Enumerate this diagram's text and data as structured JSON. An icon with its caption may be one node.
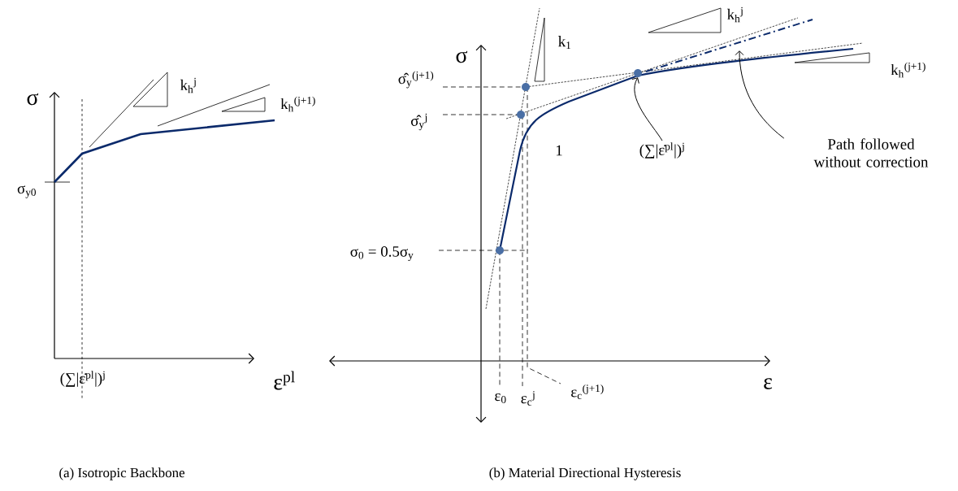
{
  "diagram": {
    "nodes": [
      {
        "text": [],
        "shape": "circle"
      },
      {
        "text": [
          "(∑|ε̇$^{pl}$|)$^{j}$"
        ]
      },
      {
        "text": [
          "Path followed without correction"
        ]
      }
    ],
    "edges": [
      {
        "from": 1,
        "to": 0,
        "arrow": "to"
      },
      {
        "from": 2,
        "to": null,
        "arrow": "to"
      }
    ],
    "labels": [
      "σ",
      "k$_{h}$$^{j}$",
      "k$_{h}$$^{(j+1)}$",
      "σ$_{y0}$",
      "ε$^{pl}$",
      "(∑|ε̇$^{pl}$|)$^{j}$",
      "σ",
      "k$_{1}$",
      "k$_{h}$$^{j}$",
      "σ̂$_{y}$$^{(j+1)}$",
      "k$_{h}$$^{(j+1)}$",
      "σ̂$_{y}$$^{j}$",
      "1",
      "σ$_{0}$ = 0.5σ$_{y}$",
      "ε",
      "ε$_{0}$",
      "ε$_{c}$$^{j}$",
      "ε$_{c}$$^{(j+1)}$",
      "(a)   Isotropic Backbone",
      "(b)   Material Directional Hysteresis"
    ]
  }
}
